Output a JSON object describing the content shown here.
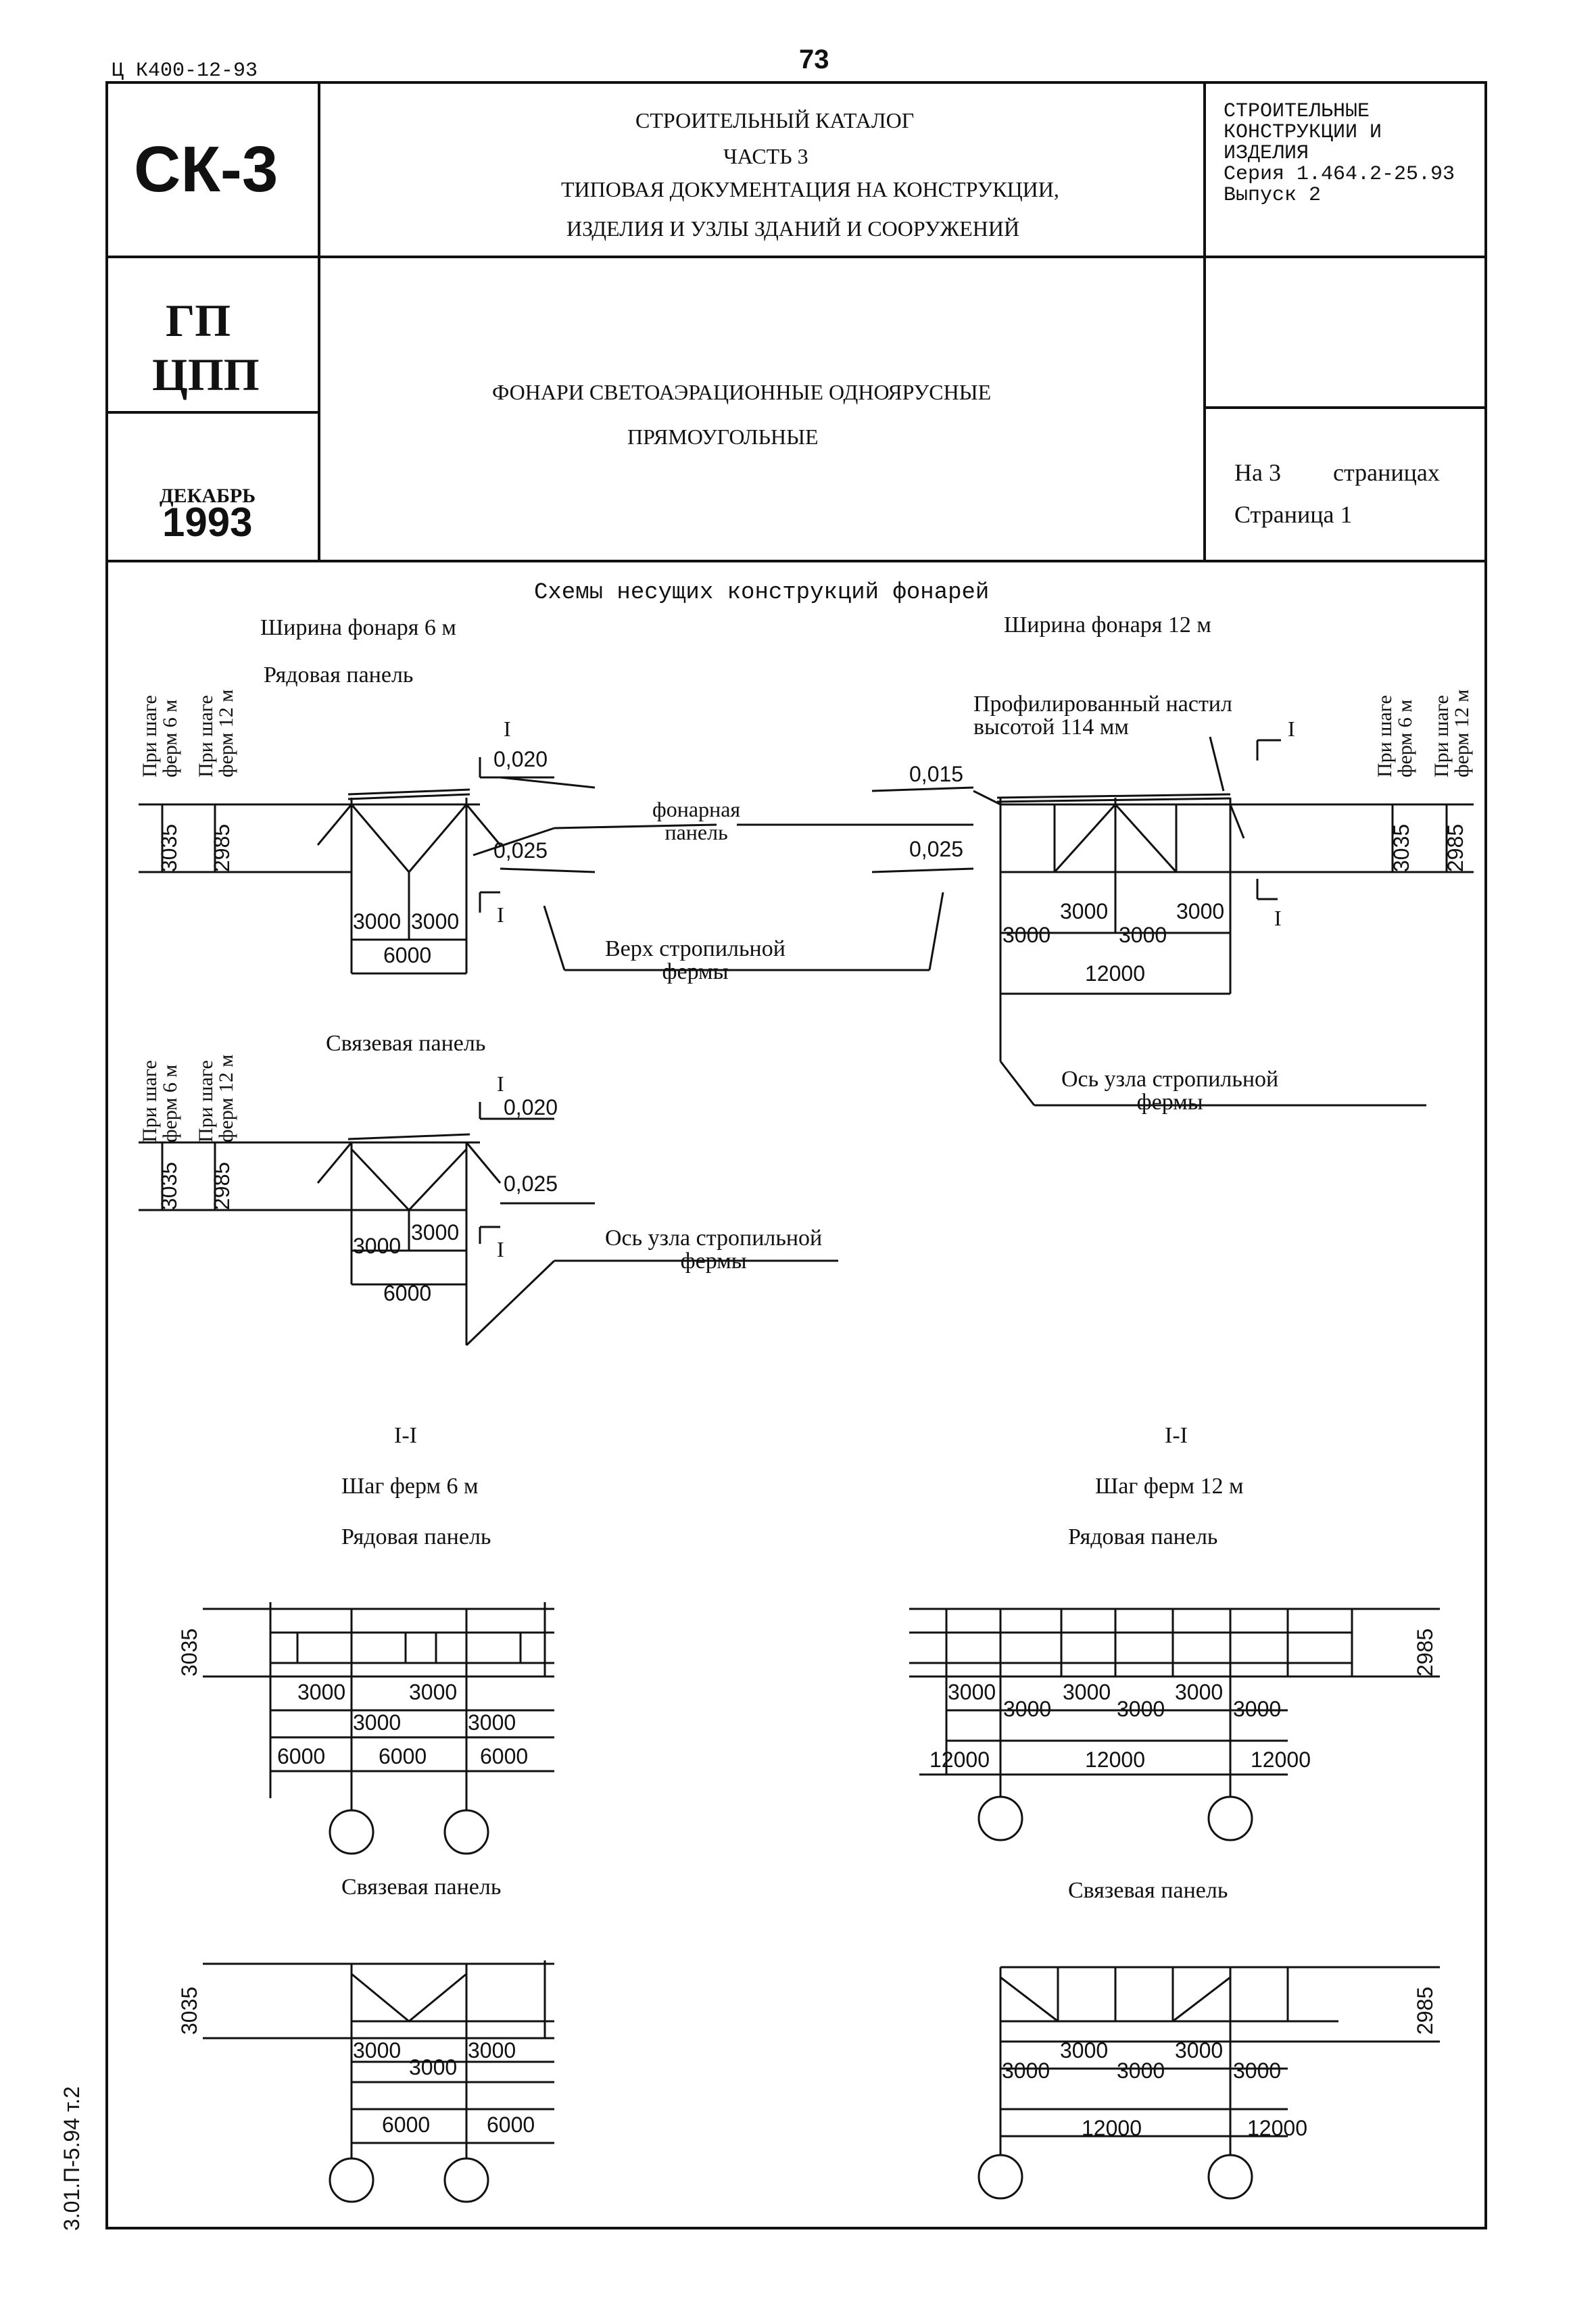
{
  "header": {
    "doc_code": "Ц К400-12-93",
    "page_number": "73",
    "series_badge": "СК-3",
    "catalog_title": [
      "СТРОИТЕЛЬНЫЙ КАТАЛОГ",
      "ЧАСТЬ 3",
      "ТИПОВАЯ ДОКУМЕНТАЦИЯ НА КОНСТРУКЦИИ,",
      "ИЗДЕЛИЯ И УЗЛЫ ЗДАНИЙ И СООРУЖЕНИЙ"
    ],
    "right_block": [
      "СТРОИТЕЛЬНЫЕ",
      "КОНСТРУКЦИИ И",
      "ИЗДЕЛИЯ",
      "Серия 1.464.2-25.93",
      "Выпуск 2"
    ],
    "org": [
      "ГП",
      "ЦПП"
    ],
    "month": "ДЕКАБРЬ",
    "year": "1993",
    "doc_title": [
      "ФОНАРИ СВЕТОАЭРАЦИОННЫЕ ОДНОЯРУСНЫЕ",
      "ПРЯМОУГОЛЬНЫЕ"
    ],
    "pages_label": "На 3",
    "pages_word": "страницах",
    "page_label": "Страница 1"
  },
  "drawing": {
    "main_caption": "Схемы несущих конструкций фонарей",
    "left_width_caption": "Ширина фонаря 6 м",
    "right_width_caption": "Ширина фонаря 12 м",
    "row_panel": "Рядовая панель",
    "link_panel": "Связевая панель",
    "profiled_deck": [
      "Профилированный настил",
      "высотой 114 мм"
    ],
    "lantern_panel": [
      "фонарная",
      "панель"
    ],
    "truss_top": [
      "Верх стропильной",
      "фермы"
    ],
    "truss_axis": [
      "Ось узла стропильной",
      "фермы"
    ],
    "step6": [
      "При шаге",
      "ферм 6 м"
    ],
    "step12": [
      "При шаге",
      "ферм 12 м"
    ],
    "section_mark": "I",
    "section_title": "I-I",
    "truss_step_6": "Шаг ферм 6 м",
    "truss_step_12": "Шаг ферм 12 м",
    "slope_020": "0,020",
    "slope_025": "0,025",
    "slope_015": "0,015",
    "dims": {
      "d3035": "3035",
      "d2985": "2985",
      "d3000": "3000",
      "d6000": "6000",
      "d12000": "12000"
    }
  },
  "footer": {
    "side_note": "3.01.П-5.94 т.2"
  }
}
